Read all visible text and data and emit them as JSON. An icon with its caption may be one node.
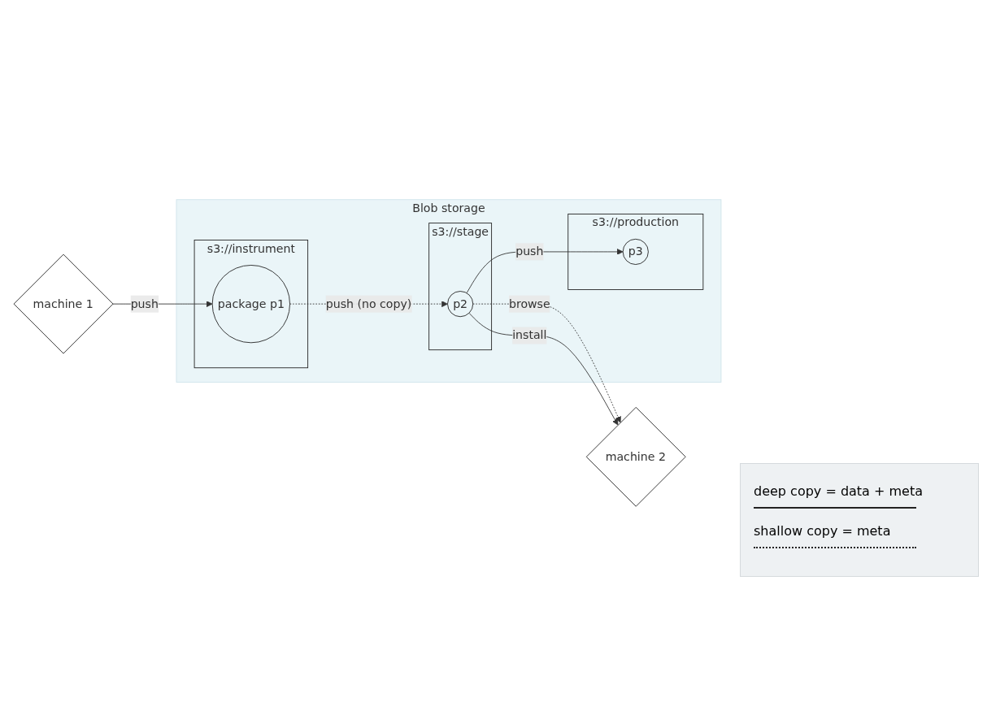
{
  "diagram": {
    "nodes": [
      {
        "text": [
          "Blob storage"
        ]
      },
      {
        "text": [
          "s3://instrument"
        ],
        "in": 0
      },
      {
        "text": [
          "s3://stage"
        ],
        "in": 0
      },
      {
        "text": [
          "s3://production"
        ],
        "in": 0
      },
      {
        "text": [
          "package p1"
        ],
        "in": 1
      },
      {
        "text": [
          "p2"
        ],
        "in": 2
      },
      {
        "text": [
          "p3"
        ],
        "in": 3
      },
      {
        "text": [
          "machine 1"
        ]
      },
      {
        "text": [
          "machine 2"
        ]
      }
    ],
    "edges": [
      {
        "from": 4,
        "to": 5,
        "arrow": "to",
        "label": "push (no copy)",
        "style": "dashed"
      },
      {
        "from": 5,
        "to": 6,
        "arrow": "to",
        "label": "push"
      },
      {
        "from": 7,
        "to": 4,
        "arrow": "to",
        "label": "push"
      },
      {
        "from": 5,
        "to": 8,
        "arrow": "to",
        "label": "browse",
        "style": "dashed"
      },
      {
        "from": 5,
        "to": 8,
        "arrow": "to",
        "label": "install"
      }
    ],
    "legend": [
      {
        "text": "deep copy = data + meta"
      },
      {
        "text": "shallow copy = meta"
      }
    ]
  }
}
